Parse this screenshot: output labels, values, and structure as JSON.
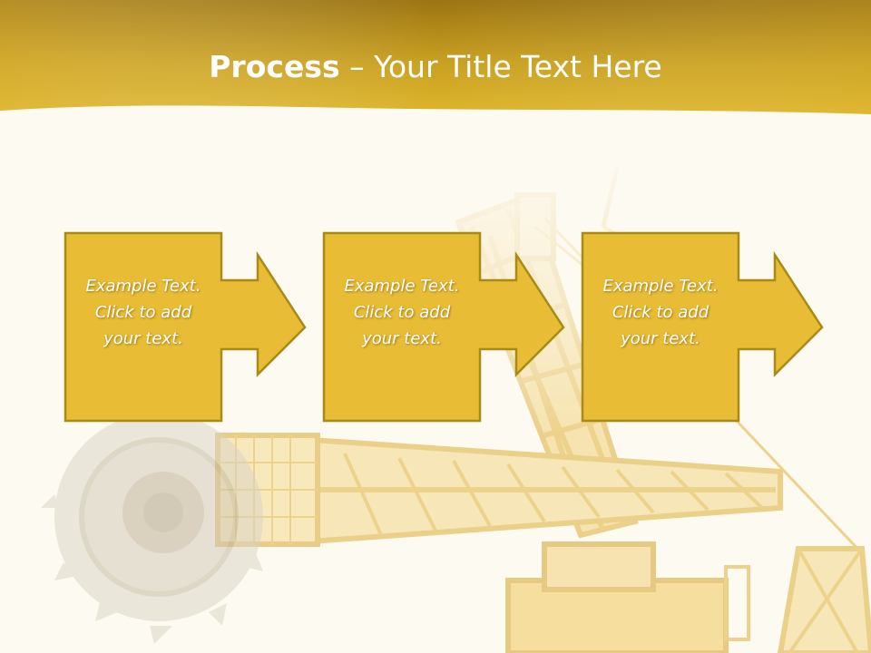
{
  "slide": {
    "title_bold": "Process",
    "title_rest": " – Your Title Text Here",
    "colors": {
      "header_dark": "#9c7412",
      "header_mid": "#c9a020",
      "box_fill": "#e8bc35",
      "box_border": "#a88a14",
      "background": "#fdfaf2"
    }
  },
  "steps": [
    {
      "text": "Example Text. Click  to add your text."
    },
    {
      "text": "Example Text. Click  to add your text."
    },
    {
      "text": "Example Text. Click  to add your text."
    }
  ]
}
